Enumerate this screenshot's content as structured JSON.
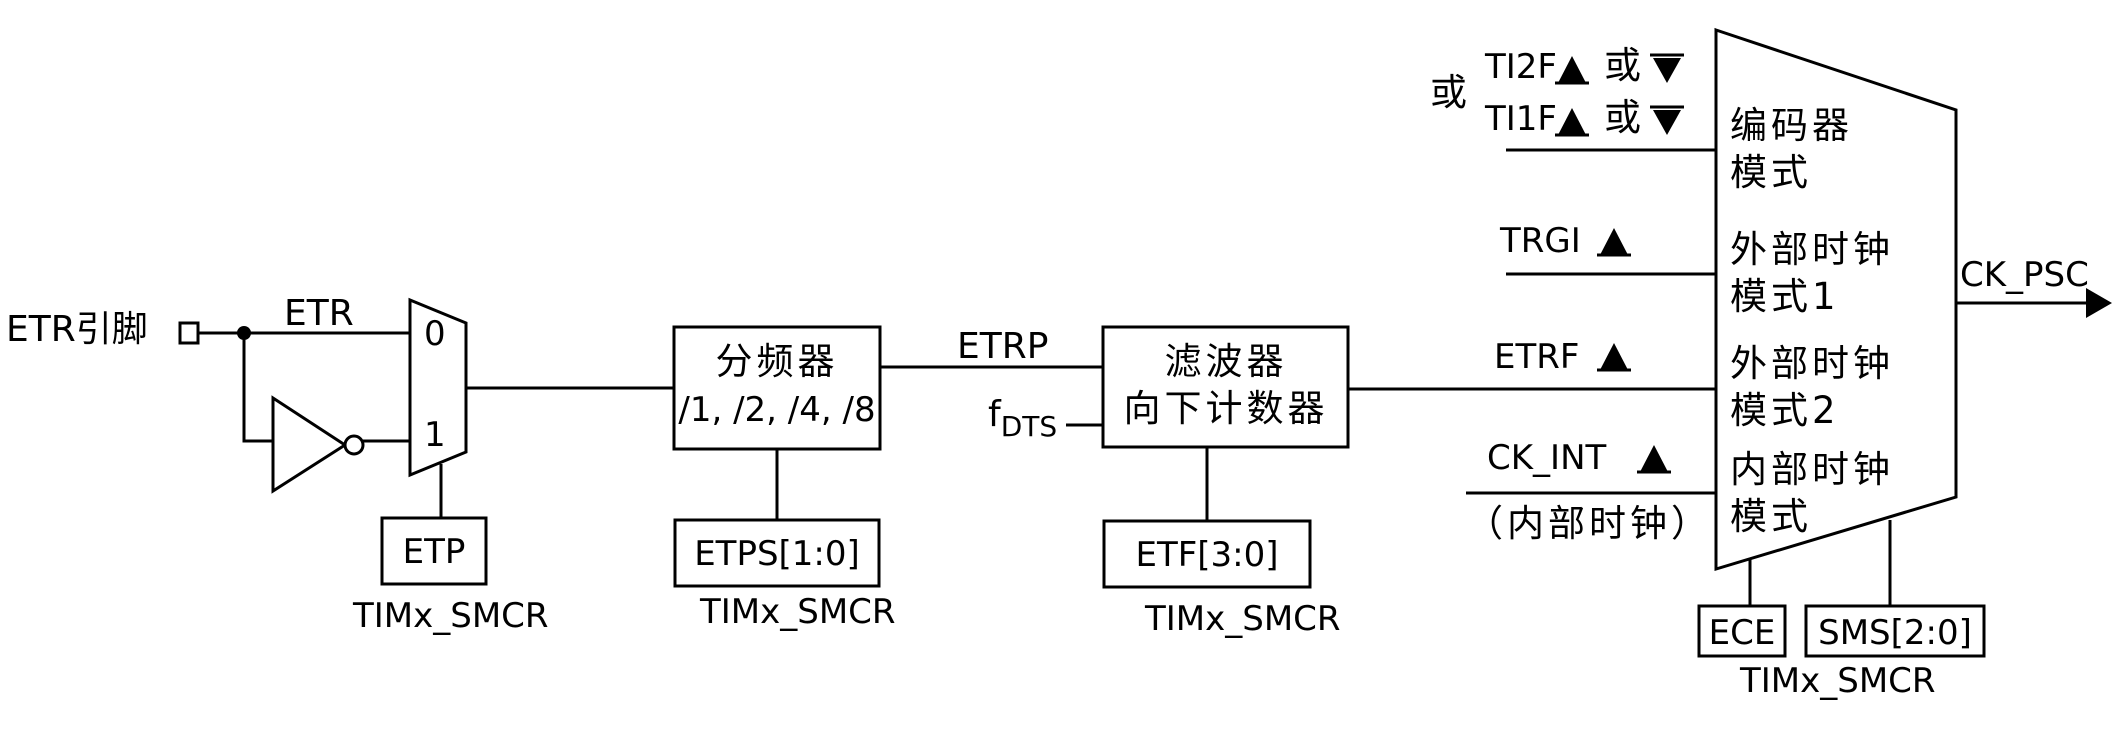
{
  "etr_path": {
    "pin_label": "ETR引脚",
    "line_label": "ETR",
    "mux_input_0": "0",
    "mux_input_1": "1"
  },
  "etp": {
    "field": "ETP",
    "register": "TIMx_SMCR"
  },
  "prescaler": {
    "title": "分频器",
    "ratios": "/1, /2, /4, /8",
    "output_label": "ETRP",
    "field": "ETPS[1:0]",
    "register": "TIMx_SMCR"
  },
  "filter": {
    "title": "滤波器",
    "subtitle": "向下计数器",
    "clock_input": "f",
    "clock_input_sub": "DTS",
    "field": "ETF[3:0]",
    "register": "TIMx_SMCR"
  },
  "mode_mux": {
    "or_label": "或",
    "ti2f_label": "TI2F",
    "ti1f_label": "TI1F",
    "edge_or": "或",
    "encoder_mode": [
      "编码器",
      "模式"
    ],
    "trgi_label": "TRGI",
    "ext_clock_mode1": [
      "外部时钟",
      "模式1"
    ],
    "etrf_label": "ETRF",
    "ext_clock_mode2": [
      "外部时钟",
      "模式2"
    ],
    "ck_int_label": "CK_INT",
    "ck_int_note": "（内部时钟）",
    "int_clock_mode": [
      "内部时钟",
      "模式"
    ],
    "output_label": "CK_PSC",
    "field_ece": "ECE",
    "field_sms": "SMS[2:0]",
    "register": "TIMx_SMCR"
  }
}
